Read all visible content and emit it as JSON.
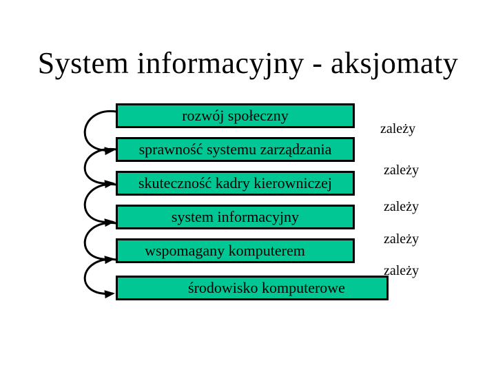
{
  "slide": {
    "title": "System informacyjny - aksjomaty",
    "boxes": [
      {
        "label": "rozwój społeczny"
      },
      {
        "label": "sprawność systemu zarządzania"
      },
      {
        "label": "skuteczność kadry kierowniczej"
      },
      {
        "label": "system informacyjny"
      },
      {
        "label": "wspomagany komputerem"
      },
      {
        "label": "środowisko komputerowe"
      }
    ],
    "relations": [
      "zależy",
      "zależy",
      "zależy",
      "zależy",
      "zależy"
    ],
    "colors": {
      "box_fill": "#00C794",
      "box_border": "#000000",
      "arrow": "#000000",
      "text": "#000000",
      "background": "#FFFFFF"
    }
  }
}
